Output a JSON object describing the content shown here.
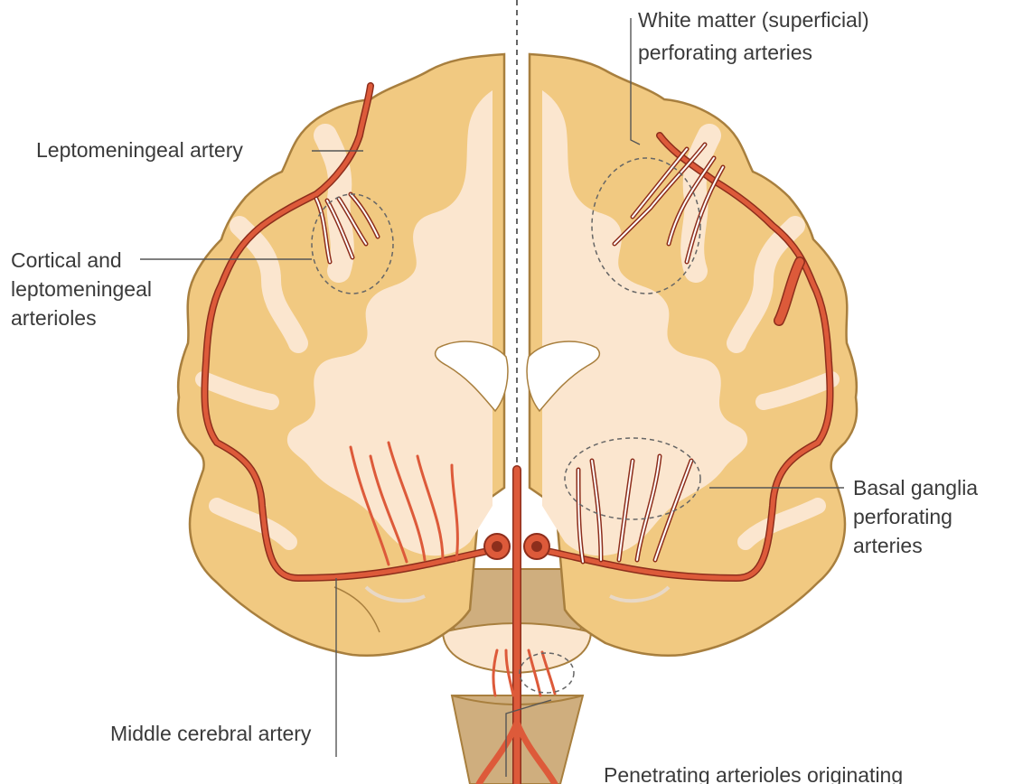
{
  "labels": {
    "white_matter": [
      "White matter (superficial)",
      "perforating arteries"
    ],
    "leptomeningeal_artery": "Leptomeningeal artery",
    "cortical": [
      "Cortical and",
      "leptomeningeal",
      "arterioles"
    ],
    "basal_ganglia": [
      "Basal ganglia",
      "perforating",
      "arteries"
    ],
    "middle_cerebral": "Middle cerebral artery",
    "penetrating": "Penetrating arterioles originating"
  },
  "colors": {
    "cortex": "#f1c981",
    "cortex_edge": "#a87f3e",
    "white_matter": "#fbe6cf",
    "brainstem": "#cfae7e",
    "artery": "#dd5a3a",
    "artery_edge": "#8d2e1c",
    "ventricle": "#ffffff",
    "label_text": "#3a3a3a"
  }
}
